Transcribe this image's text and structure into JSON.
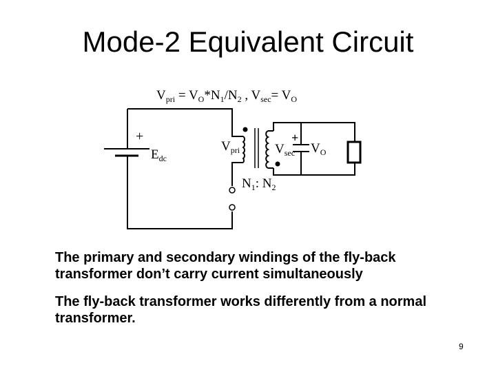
{
  "slide": {
    "title": "Mode-2 Equivalent Circuit",
    "paragraphs": [
      "The primary and secondary windings of the fly-back transformer don’t carry current simultaneously",
      "The fly-back transformer works differently from a normal transformer."
    ],
    "page_number": "9"
  },
  "circuit": {
    "equation": "Vpri = VO*N1/N2 , Vsec= VO",
    "source_plus": "+",
    "source_label": "Edc",
    "primary_label": "Vpri",
    "secondary_label": "Vsec",
    "cap_plus": "+",
    "output_label": "VO",
    "ratio_label": "N1: N2"
  }
}
